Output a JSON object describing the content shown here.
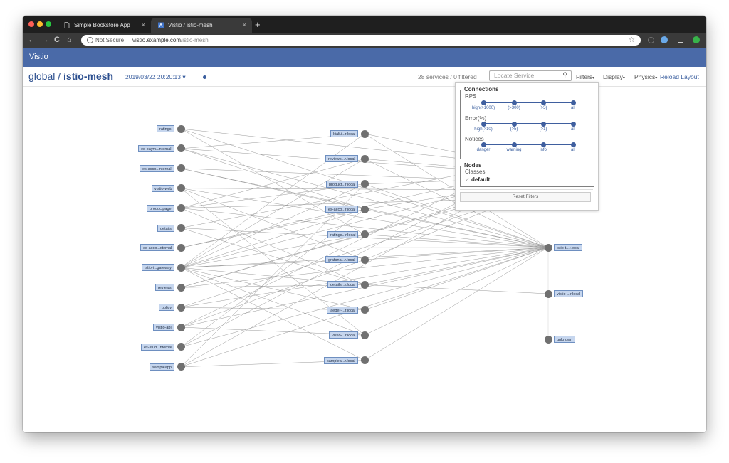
{
  "browser": {
    "tabs": [
      {
        "title": "Simple Bookstore App",
        "active": false
      },
      {
        "title": "Vistio / istio-mesh",
        "active": true
      }
    ],
    "close_glyph": "×",
    "new_tab_glyph": "+",
    "nav": {
      "back": "←",
      "forward": "→",
      "reload": "C",
      "home": "⌂"
    },
    "address": {
      "security_label": "Not Secure",
      "host": "vistio.example.com",
      "path": "/istio-mesh",
      "info_glyph": "i",
      "star_glyph": "☆"
    }
  },
  "app": {
    "brand": "Vistio",
    "breadcrumb_global": "global",
    "breadcrumb_sep": "/",
    "breadcrumb_cluster": "istio-mesh",
    "timestamp": "2019/03/22 20:20:13",
    "caret": "▾",
    "service_count": "28 services / 0 filtered",
    "locate_placeholder": "Locate Service",
    "search_glyph": "⚲",
    "menus": {
      "filters": "Filters",
      "display": "Display",
      "physics": "Physics"
    },
    "reload": "Reload Layout"
  },
  "graph": {
    "left_nodes": [
      "ratings",
      "es-paym...nternal",
      "es-acco...nternal",
      "vistio-web",
      "productpage",
      "details",
      "es-acco...xternal",
      "istio-i...gateway",
      "reviews",
      "policy",
      "vistio-api",
      "es-stud...nternal",
      "sampleapp"
    ],
    "mid_nodes": [
      "kiali.i...r.local",
      "reviews...r.local",
      "product...r.local",
      "es-acco...r.local",
      "ratings...r.local",
      "grafana...r.local",
      "details...r.local",
      "jaeger-...r.local",
      "vistio-...r.local",
      "samplea...r.local"
    ],
    "right_nodes": [
      "istio-t...r.local",
      "vistio-...r.local",
      "unknown"
    ]
  },
  "filters": {
    "connections_title": "Connections",
    "rps_label": "RPS",
    "rps_options": [
      "high(>1000)",
      "(>300)",
      "(>5)",
      "all"
    ],
    "error_label": "Error(%)",
    "error_options": [
      "high(>10)",
      "(>5)",
      "(>1)",
      "all"
    ],
    "notices_label": "Notices",
    "notices_options": [
      "danger",
      "warning",
      "info",
      "all"
    ],
    "nodes_title": "Nodes",
    "classes_label": "Classes",
    "class_check": "✓",
    "class_default": "default",
    "reset_label": "Reset Filters"
  },
  "colors": {
    "brand_bar": "#4a6aa8",
    "accent": "#3b5f9f",
    "node": "#707070",
    "label_fill": "#c6d6ee"
  }
}
